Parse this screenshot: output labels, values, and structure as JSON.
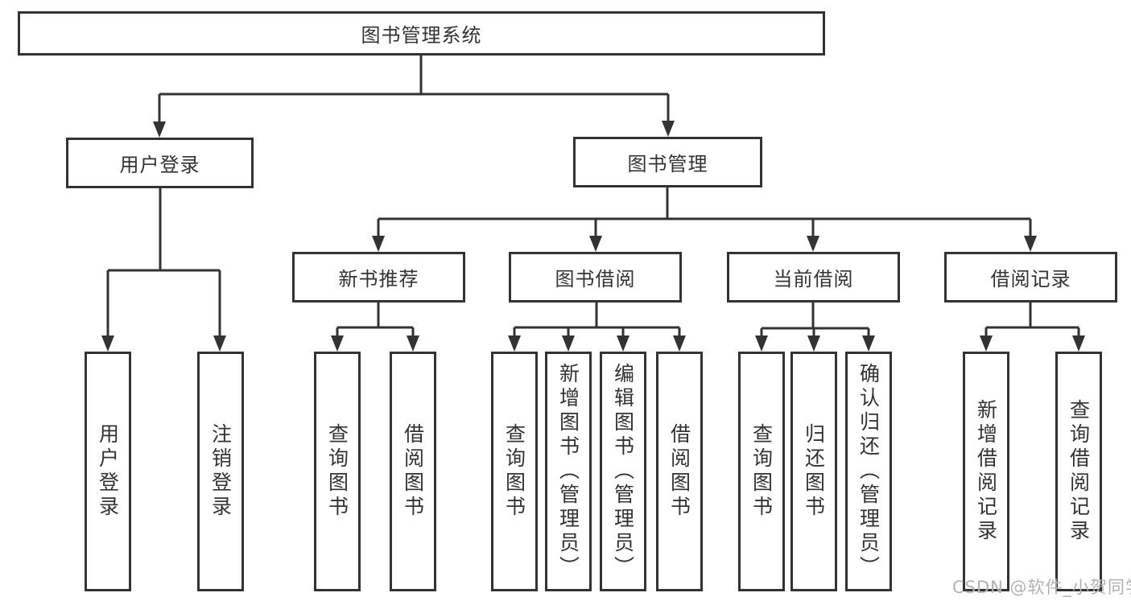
{
  "tree": {
    "root": {
      "label": "图书管理系统",
      "children": [
        {
          "label": "用户登录",
          "children": [
            {
              "label": "用户登录"
            },
            {
              "label": "注销登录"
            }
          ]
        },
        {
          "label": "图书管理",
          "children": [
            {
              "label": "新书推荐",
              "children": [
                {
                  "label": "查询图书"
                },
                {
                  "label": "借阅图书"
                }
              ]
            },
            {
              "label": "图书借阅",
              "children": [
                {
                  "label": "查询图书"
                },
                {
                  "label": "新增图书（管理员）"
                },
                {
                  "label": "编辑图书（管理员）"
                },
                {
                  "label": "借阅图书"
                }
              ]
            },
            {
              "label": "当前借阅",
              "children": [
                {
                  "label": "查询图书"
                },
                {
                  "label": "归还图书"
                },
                {
                  "label": "确认归还（管理员）"
                }
              ]
            },
            {
              "label": "借阅记录",
              "children": [
                {
                  "label": "新增借阅记录"
                },
                {
                  "label": "查询借阅记录"
                }
              ]
            }
          ]
        }
      ]
    }
  },
  "watermark": "CSDN @软件_小贺同学",
  "colors": {
    "line": "#333333",
    "text": "#333333",
    "background": "#ffffff",
    "watermark": "#b2b2b2"
  }
}
